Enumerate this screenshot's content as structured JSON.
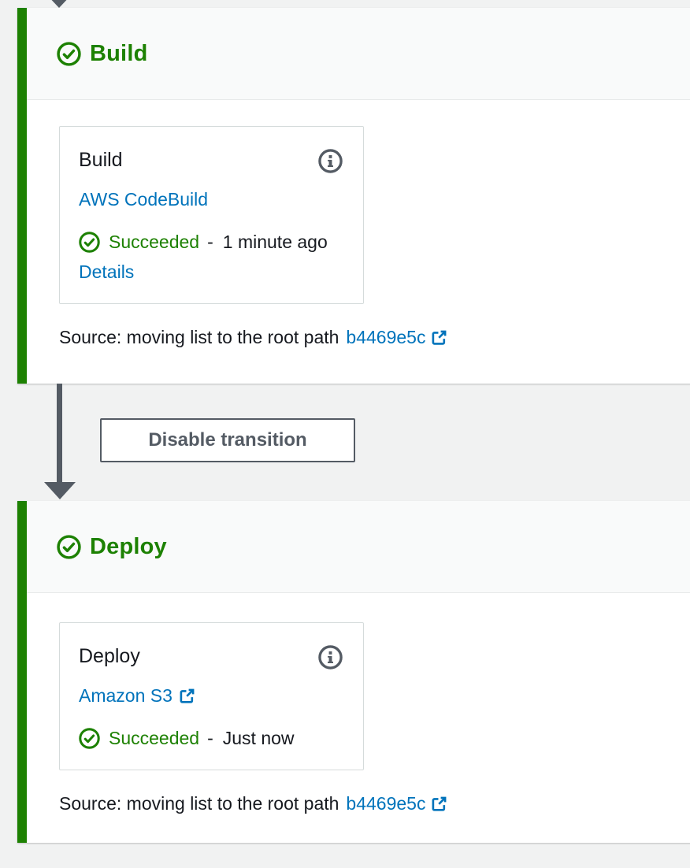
{
  "colors": {
    "success_green": "#1d8102",
    "link_blue": "#0073bb",
    "slate_gray": "#545b64",
    "text_dark": "#16191f",
    "page_background": "#f1f2f2"
  },
  "transition": {
    "button_label": "Disable transition"
  },
  "stages": [
    {
      "name": "Build",
      "status": "succeeded",
      "action": {
        "title": "Build",
        "provider": {
          "label": "AWS CodeBuild",
          "external": false
        },
        "status": {
          "label": "Succeeded",
          "separator": "-",
          "time": "1 minute ago"
        },
        "details_label": "Details"
      },
      "source": {
        "prefix": "Source: moving list to the root path",
        "commit": "b4469e5c"
      }
    },
    {
      "name": "Deploy",
      "status": "succeeded",
      "action": {
        "title": "Deploy",
        "provider": {
          "label": "Amazon S3",
          "external": true
        },
        "status": {
          "label": "Succeeded",
          "separator": "-",
          "time": "Just now"
        }
      },
      "source": {
        "prefix": "Source: moving list to the root path",
        "commit": "b4469e5c"
      }
    }
  ]
}
